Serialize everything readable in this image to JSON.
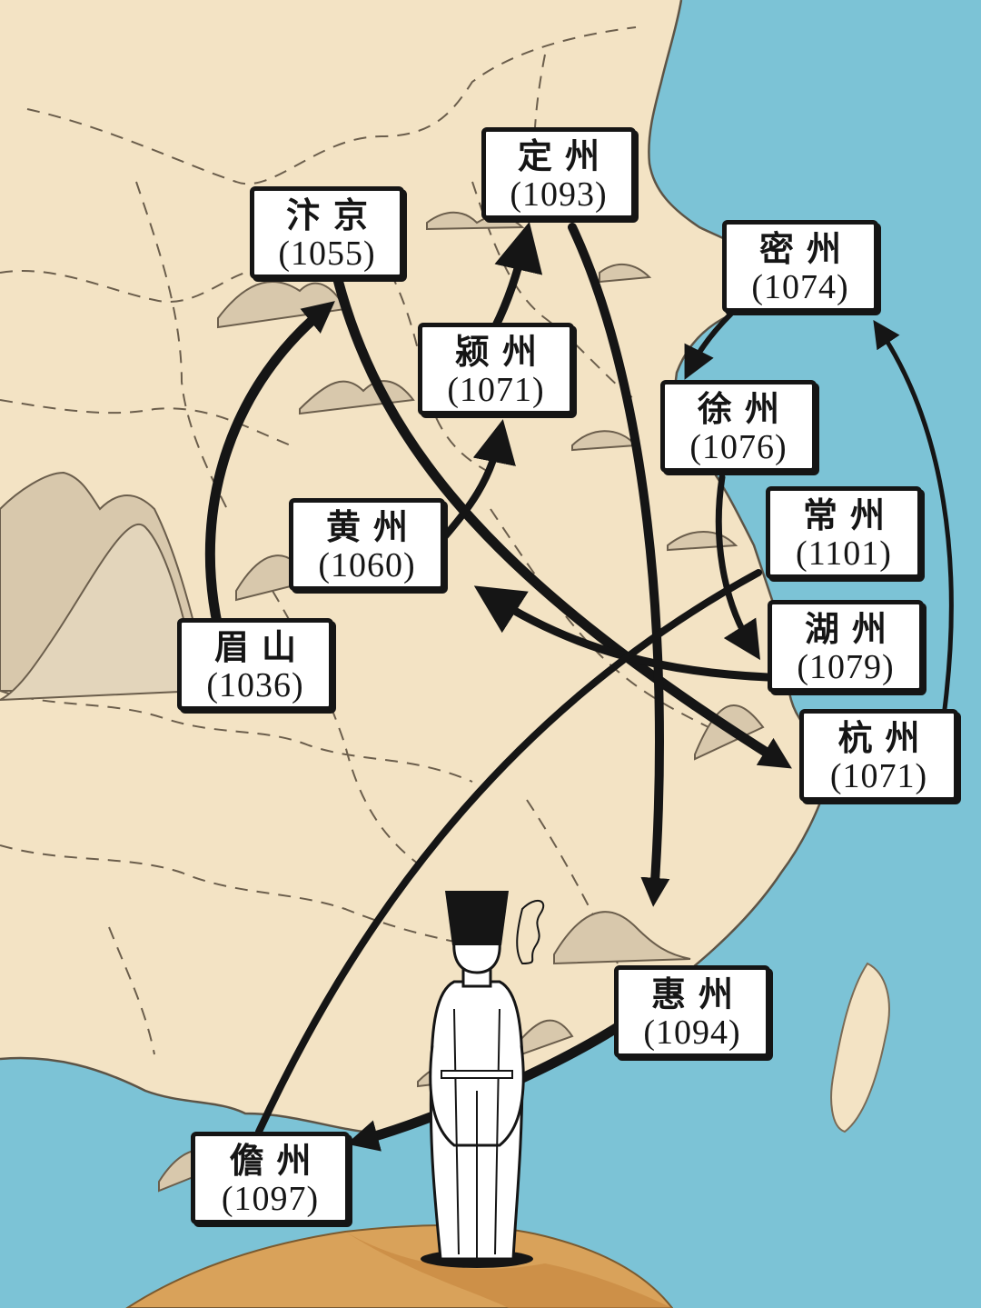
{
  "colors": {
    "land": "#f3e3c4",
    "sea": "#7cc3d6",
    "mountain": "#d8c8ac",
    "ink": "#151515"
  },
  "places": [
    {
      "id": "bianjing",
      "name": "汴京",
      "year": "(1055)"
    },
    {
      "id": "dingzhou",
      "name": "定州",
      "year": "(1093)"
    },
    {
      "id": "mizhou",
      "name": "密州",
      "year": "(1074)"
    },
    {
      "id": "yingzhou",
      "name": "颍州",
      "year": "(1071)"
    },
    {
      "id": "xuzhou",
      "name": "徐州",
      "year": "(1076)"
    },
    {
      "id": "huangzhou",
      "name": "黄州",
      "year": "(1060)"
    },
    {
      "id": "changzhou",
      "name": "常州",
      "year": "(1101)"
    },
    {
      "id": "huzhou",
      "name": "湖州",
      "year": "(1079)"
    },
    {
      "id": "meishan",
      "name": "眉山",
      "year": "(1036)"
    },
    {
      "id": "hangzhou",
      "name": "杭州",
      "year": "(1071)"
    },
    {
      "id": "huizhou",
      "name": "惠州",
      "year": "(1094)"
    },
    {
      "id": "danzhou",
      "name": "儋州",
      "year": "(1097)"
    }
  ]
}
